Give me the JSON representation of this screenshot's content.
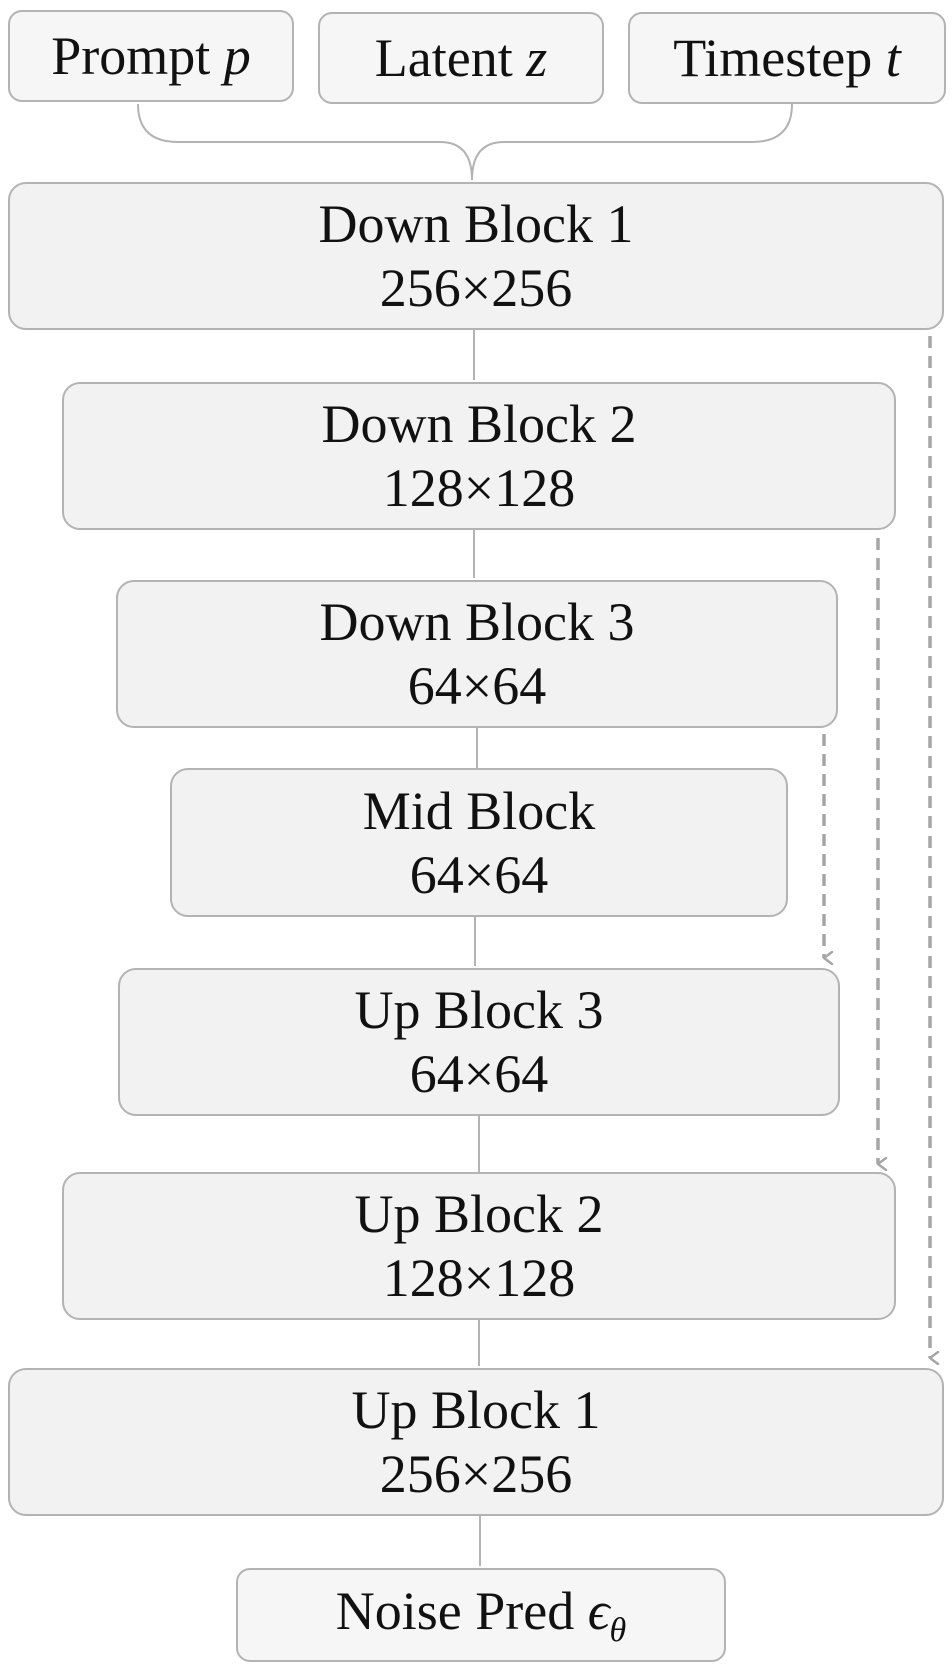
{
  "inputs": [
    {
      "label": "Prompt",
      "var": "p"
    },
    {
      "label": "Latent",
      "var": "z"
    },
    {
      "label": "Timestep",
      "var": "t"
    }
  ],
  "blocks": [
    {
      "name": "Down Block 1",
      "size": "256×256"
    },
    {
      "name": "Down Block 2",
      "size": "128×128"
    },
    {
      "name": "Down Block 3",
      "size": "64×64"
    },
    {
      "name": "Mid Block",
      "size": "64×64"
    },
    {
      "name": "Up Block 3",
      "size": "64×64"
    },
    {
      "name": "Up Block 2",
      "size": "128×128"
    },
    {
      "name": "Up Block 1",
      "size": "256×256"
    }
  ],
  "output": {
    "label": "Noise Pred",
    "symbol": "ϵ",
    "subscript": "θ"
  },
  "colors": {
    "box_fill": "#f2f2f2",
    "box_border": "#b3b3b3",
    "connector": "#b3b3b3",
    "skip_arrow": "#a6a6a6"
  }
}
